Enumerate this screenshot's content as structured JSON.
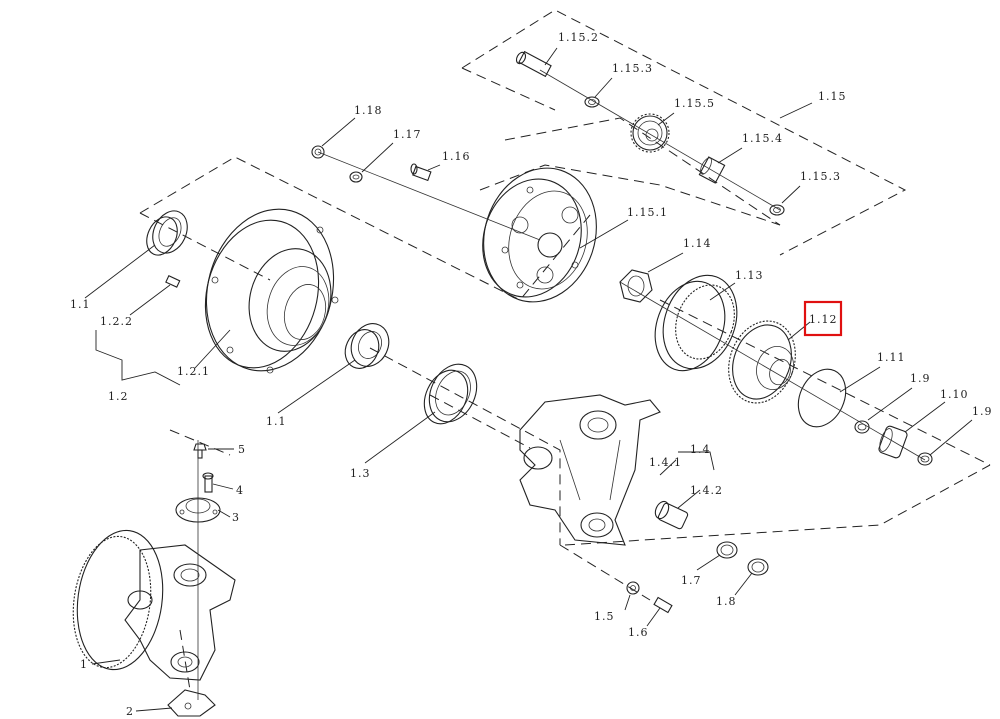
{
  "labels": {
    "l_1_15_2": "1.15.2",
    "l_1_15_3a": "1.15.3",
    "l_1_15_5": "1.15.5",
    "l_1_15": "1.15",
    "l_1_15_4": "1.15.4",
    "l_1_15_3b": "1.15.3",
    "l_1_18": "1.18",
    "l_1_17": "1.17",
    "l_1_16": "1.16",
    "l_1_15_1": "1.15.1",
    "l_1_14": "1.14",
    "l_1_13": "1.13",
    "l_1_12": "1.12",
    "l_1_11": "1.11",
    "l_1_9a": "1.9",
    "l_1_10": "1.10",
    "l_1_9b": "1.9",
    "l_1_1a": "1.1",
    "l_1_2_2": "1.2.2",
    "l_1_2_1": "1.2.1",
    "l_1_2": "1.2",
    "l_1_1b": "1.1",
    "l_1_3": "1.3",
    "l_1_4": "1.4",
    "l_1_4_1": "1.4.1",
    "l_1_4_2": "1.4.2",
    "l_1_7": "1.7",
    "l_1_8": "1.8",
    "l_1_5": "1.5",
    "l_1_6": "1.6",
    "l_5": "5",
    "l_4": "4",
    "l_3": "3",
    "l_1": "1",
    "l_2": "2"
  },
  "highlight_color": "#e01010",
  "highlighted_label": "1.12"
}
